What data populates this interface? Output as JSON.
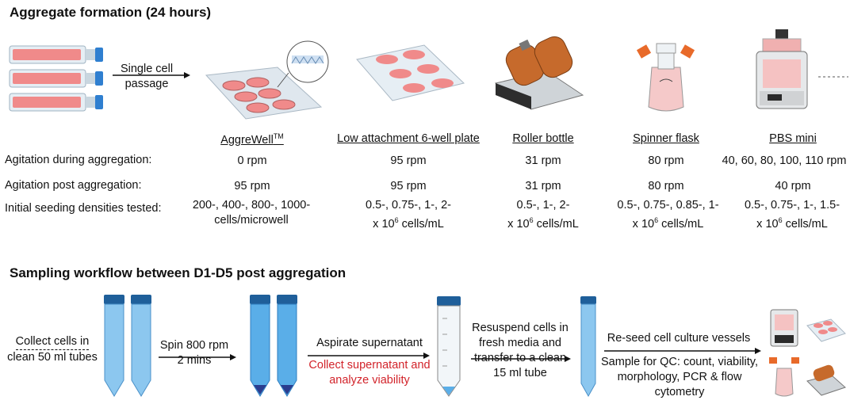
{
  "section1": {
    "title": "Aggregate formation (24 hours)",
    "arrow_label_line1": "Single cell",
    "arrow_label_line2": "passage",
    "vessels": [
      {
        "name": "AggreWell",
        "tm": "TM",
        "agitation_during": "0 rpm",
        "agitation_post": "95 rpm",
        "density_line1": "200-, 400-, 800-, 1000-",
        "density_line2": "cells/microwell"
      },
      {
        "name": "Low attachment 6-well plate",
        "agitation_during": "95 rpm",
        "agitation_post": "95 rpm",
        "density_line1": "0.5-, 0.75-, 1-, 2-",
        "density_line2_pre": "x 10",
        "density_line2_sup": "6",
        "density_line2_post": " cells/mL"
      },
      {
        "name": "Roller bottle",
        "agitation_during": "31 rpm",
        "agitation_post": "31 rpm",
        "density_line1": "0.5-, 1-, 2-",
        "density_line2_pre": "x 10",
        "density_line2_sup": "6",
        "density_line2_post": " cells/mL"
      },
      {
        "name": "Spinner flask",
        "agitation_during": "80 rpm",
        "agitation_post": "80 rpm",
        "density_line1": "0.5-,  0.75-, 0.85-, 1-",
        "density_line2_pre": "x 10",
        "density_line2_sup": "6",
        "density_line2_post": " cells/mL"
      },
      {
        "name": "PBS mini",
        "agitation_during": "40, 60, 80, 100, 110 rpm",
        "agitation_post": "40 rpm",
        "density_line1": "0.5-,  0.75-, 1-, 1.5-",
        "density_line2_pre": "x 10",
        "density_line2_sup": "6",
        "density_line2_post": " cells/mL"
      }
    ],
    "row_labels": {
      "agitation_during": "Agitation during aggregation:",
      "agitation_post": "Agitation post aggregation:",
      "densities": "Initial seeding densities tested:"
    }
  },
  "section2": {
    "title": "Sampling workflow between D1-D5 post aggregation",
    "step1_line1": "Collect cells in",
    "step1_line2": "clean 50 ml tubes",
    "step2_line1": "Spin 800 rpm",
    "step2_line2": "2 mins",
    "step3_main": "Aspirate  supernatant",
    "step3_red_line1": "Collect supernatant and",
    "step3_red_line2": "analyze viability",
    "step4_line1": "Resuspend cells in",
    "step4_line2": "fresh media and",
    "step4_line3": "transfer to a clean",
    "step4_line4": "15 ml tube",
    "step5_main": "Re-seed cell culture vessels",
    "step5_line1": "Sample for QC: count, viability,",
    "step5_line2": "morphology, PCR & flow",
    "step5_line3": "cytometry"
  },
  "colors": {
    "flask_pink": "#f08a8a",
    "cap_blue": "#2f7fd0",
    "tube_blue": "#5aaee8",
    "tube_cap": "#1f5f9a",
    "red_text": "#d2232a",
    "plate": "#dfe7ee",
    "bottle_orange": "#c66a2c"
  }
}
